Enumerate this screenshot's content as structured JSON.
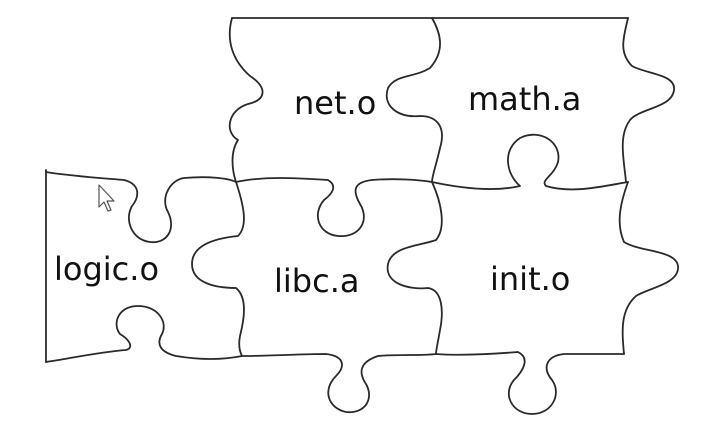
{
  "pieces": [
    {
      "id": "net",
      "label": "net.o"
    },
    {
      "id": "math",
      "label": "math.a"
    },
    {
      "id": "logic",
      "label": "logic.o"
    },
    {
      "id": "libc",
      "label": "libc.a"
    },
    {
      "id": "init",
      "label": "init.o"
    }
  ],
  "colors": {
    "stroke": "#2a2a2a",
    "text": "#111111",
    "background": "#ffffff"
  },
  "cursor": {
    "icon": "arrow-pointer-icon"
  }
}
